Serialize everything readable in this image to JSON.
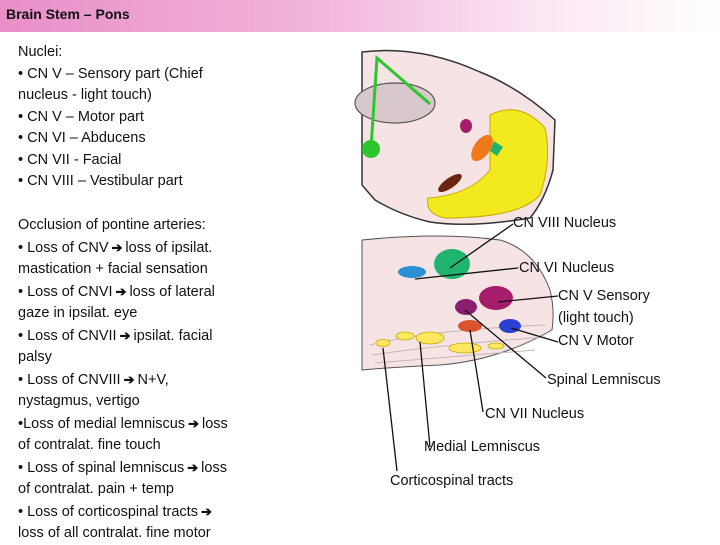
{
  "slide": {
    "title": "Brain Stem – Pons"
  },
  "nuclei": {
    "heading": "Nuclei:",
    "lines": [
      "• CN V – Sensory part (Chief",
      "nucleus - light touch)",
      "• CN V – Motor part",
      "• CN VI – Abducens",
      "• CN VII - Facial",
      "• CN VIII – Vestibular part"
    ]
  },
  "occlusion": {
    "heading": "Occlusion of pontine arteries:",
    "l1a": "• Loss of CNV",
    "l1b": "loss of ipsilat.",
    "l2": "mastication + facial sensation",
    "l3a": "• Loss of CNVI",
    "l3b": "loss of lateral",
    "l4": "gaze in ipsilat. eye",
    "l5a": "• Loss of CNVII",
    "l5b": "ipsilat. facial",
    "l6": "palsy",
    "l7a": "• Loss of CNVIII",
    "l7b": "N+V,",
    "l8": "nystagmus, vertigo",
    "l9a": "•Loss of medial lemniscus",
    "l9b": "loss",
    "l10": "of contralat. fine touch",
    "l11a": "• Loss of spinal lemniscus",
    "l11b": "loss",
    "l12": "of contralat. pain + temp",
    "l13a": "• Loss of corticospinal tracts",
    "l14": "loss of all contralat. fine motor"
  },
  "arrow_glyph": "➔",
  "labels": {
    "cn8": "CN VIII Nucleus",
    "cn6": "CN VI Nucleus",
    "cn5s_1": "CN V Sensory",
    "cn5s_2": "(light touch)",
    "cn5m": "CN V Motor",
    "spinal": "Spinal Lemniscus",
    "cn7": "CN VII Nucleus",
    "medial": "Medial Lemniscus",
    "cortico": "Corticospinal tracts"
  },
  "colors": {
    "pons_fill": "#f6e4e4",
    "cn8_yellow": "#f2ea1e",
    "cn6_green": "#1fb56f",
    "cn5_sensory": "#a51d6b",
    "cn5_motor": "#2b3fd0",
    "cn7": "#d9532f",
    "spinal_blue": "#2c8fd4",
    "tract_yellow": "#ffe860",
    "green_line": "#2ec62e"
  }
}
